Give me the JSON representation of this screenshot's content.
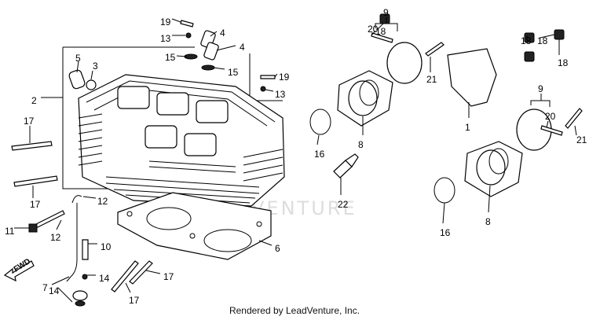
{
  "diagram": {
    "labels": [
      "1",
      "2",
      "3",
      "4",
      "4",
      "5",
      "6",
      "7",
      "8",
      "8",
      "9",
      "9",
      "10",
      "11",
      "12",
      "12",
      "13",
      "13",
      "14",
      "14",
      "15",
      "15",
      "16",
      "16",
      "17",
      "17",
      "17",
      "17",
      "18",
      "18",
      "18",
      "18",
      "19",
      "19",
      "20",
      "20",
      "21",
      "21",
      "22"
    ],
    "watermark": "LEADVENTURE",
    "fwd_label": "FWD",
    "credit": "Rendered by LeadVenture, Inc."
  }
}
